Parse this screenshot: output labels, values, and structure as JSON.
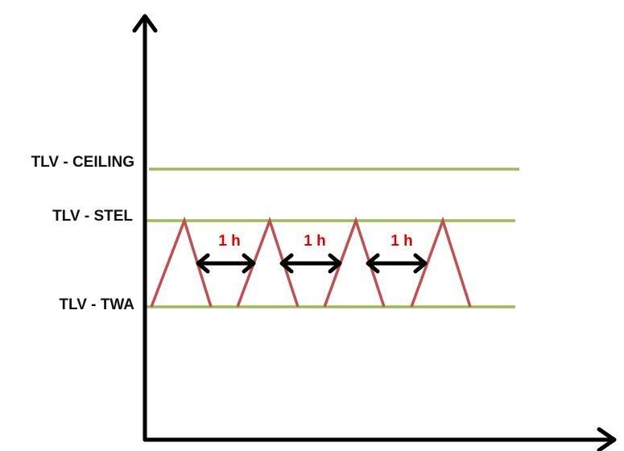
{
  "levels": {
    "ceiling": "TLV - CEILING",
    "stel": "TLV - STEL",
    "twa": "TLV - TWA"
  },
  "intervals": [
    {
      "label": "1 h"
    },
    {
      "label": "1 h"
    },
    {
      "label": "1 h"
    }
  ],
  "colors": {
    "axis": "#000000",
    "threshold_line": "#9bbb59",
    "exposure_wave": "#c0504d",
    "interval_arrow": "#000000",
    "interval_label": "#e30000",
    "level_label": "#111111"
  }
}
